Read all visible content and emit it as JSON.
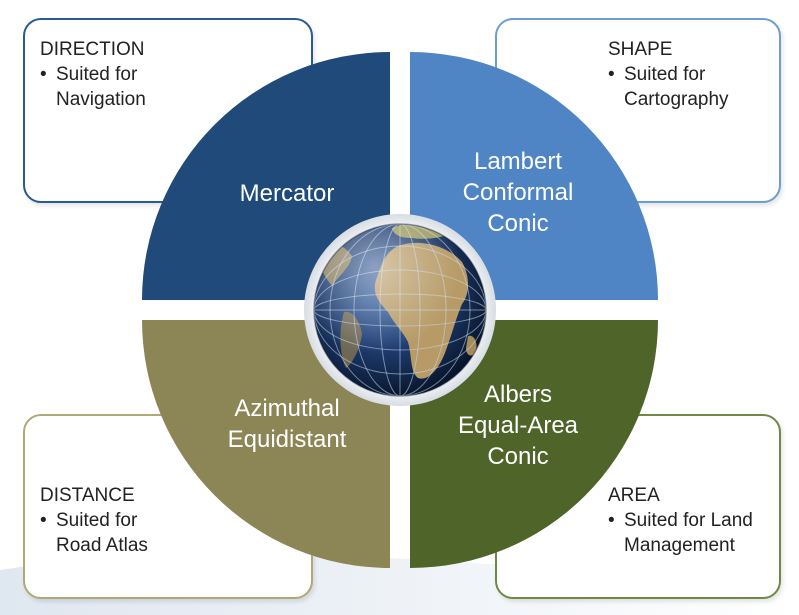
{
  "colors": {
    "mercator": "#204a7a",
    "lambert": "#4f85c4",
    "azimuthal": "#8c8556",
    "albers": "#4e6428"
  },
  "quadrants": {
    "top_left": {
      "lines": [
        "Mercator"
      ]
    },
    "top_right": {
      "lines": [
        "Lambert",
        "Conformal",
        "Conic"
      ]
    },
    "bottom_left": {
      "lines": [
        "Azimuthal",
        "Equidistant"
      ]
    },
    "bottom_right": {
      "lines": [
        "Albers",
        "Equal-Area",
        "Conic"
      ]
    }
  },
  "callouts": {
    "top_left": {
      "heading": "DIRECTION",
      "bullet_lines": [
        "Suited for",
        "Navigation"
      ]
    },
    "top_right": {
      "heading": "SHAPE",
      "bullet_lines": [
        "Suited for",
        "Cartography"
      ]
    },
    "bottom_left": {
      "heading": "DISTANCE",
      "bullet_lines": [
        "Suited for",
        "Road Atlas"
      ]
    },
    "bottom_right": {
      "heading": "AREA",
      "bullet_lines": [
        "Suited for Land",
        "Management"
      ]
    }
  },
  "bullet_glyph": "•",
  "globe_icon": "globe-icon"
}
